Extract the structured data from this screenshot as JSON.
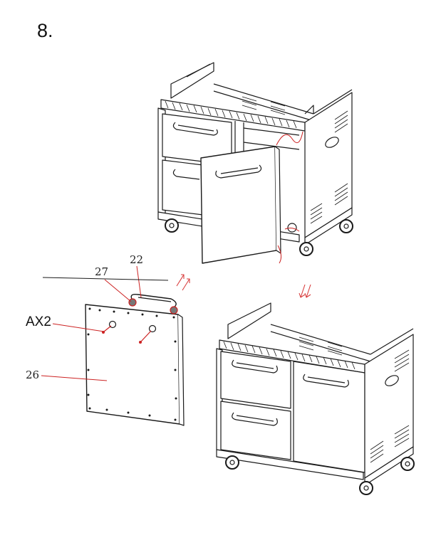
{
  "step": {
    "number": "8."
  },
  "callouts": {
    "hinge_pin": "27",
    "handle": "22",
    "screws": "AX2",
    "door": "26"
  },
  "colors": {
    "line": "#1a1a1a",
    "leader": "#cc2222",
    "accent": "#d94040",
    "panel_fill": "#ffffff"
  },
  "icons": {
    "arrow_up": "double-arrow-up-right-icon",
    "arrow_down": "double-arrow-down-icon"
  }
}
